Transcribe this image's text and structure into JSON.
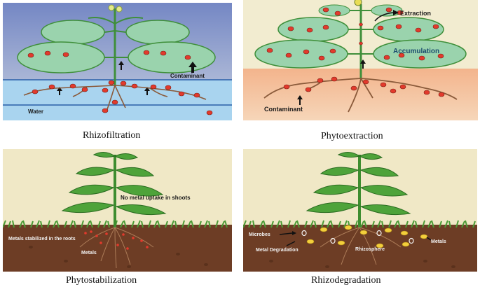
{
  "panels": [
    {
      "id": "rhizofiltration",
      "caption": "Rhizofiltration",
      "labels": {
        "contaminant": "Contaminant",
        "water": "Water"
      }
    },
    {
      "id": "phytoextraction",
      "caption": "Phytoextraction",
      "labels": {
        "extraction": "Extraction",
        "accumulation": "Accumulation",
        "contaminant": "Contaminant"
      }
    },
    {
      "id": "phytostabilization",
      "caption": "Phytostabilization",
      "labels": {
        "no_uptake": "No metal uptake in shoots",
        "stabilized": "Metals stabilized in the roots",
        "metals": "Metals"
      }
    },
    {
      "id": "rhizodegradation",
      "caption": "Rhizodegradation",
      "labels": {
        "microbes": "Microbes",
        "metal_degradation": "Metal Degradation",
        "rhizosphere": "Rhizosphere",
        "metals": "Metals"
      }
    }
  ],
  "colors": {
    "air_top": "#7b8fc6",
    "water": "#a7d3ee",
    "leaf": "#9ad3ad",
    "stem": "#3f8f3a",
    "dot": "#e23a2c",
    "root": "#8a5a3a",
    "beige": "#f1e9c9",
    "orange_soil": "#f2b58c",
    "soil": "#6b3b24",
    "grass": "#4c9a36",
    "plant": "#3e8d2f",
    "microbe": "#f3cf3c"
  }
}
